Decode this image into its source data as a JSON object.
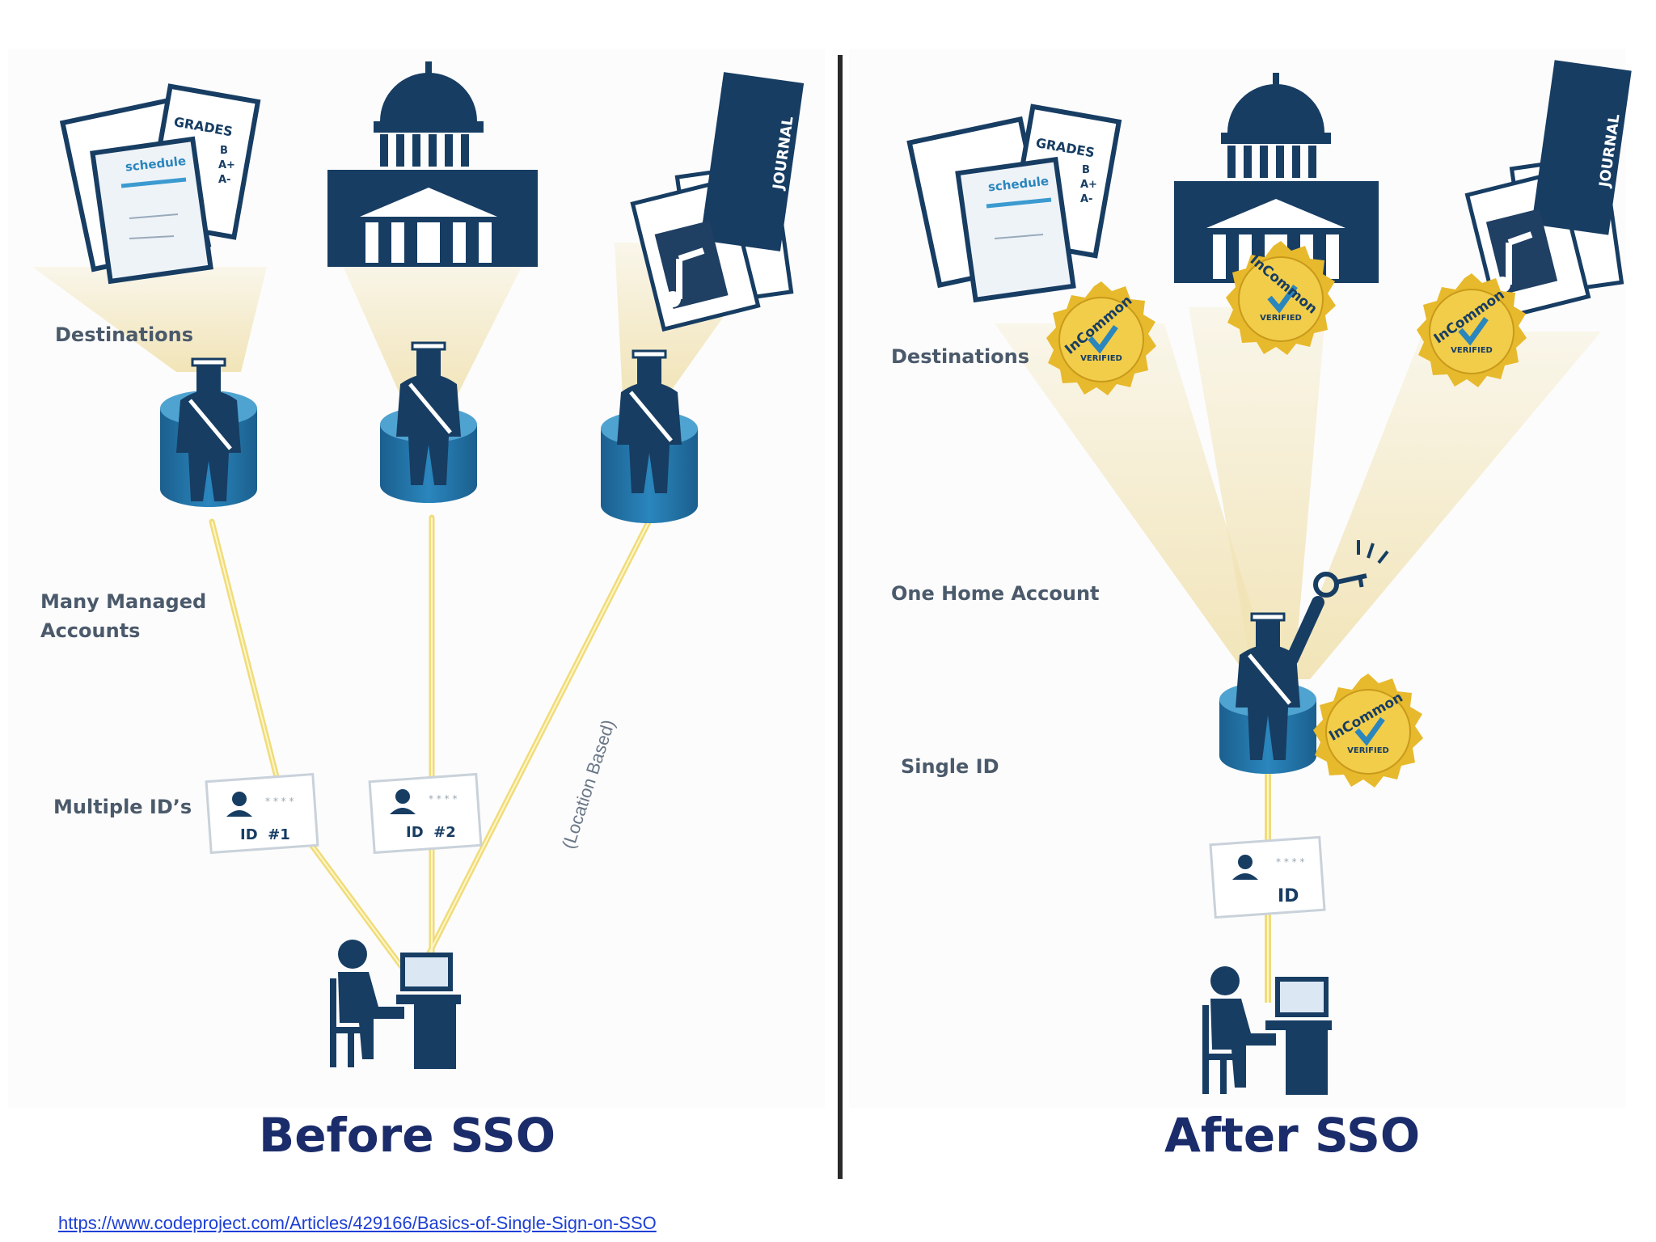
{
  "before": {
    "title": "Before SSO",
    "labels": {
      "destinations": "Destinations",
      "accounts_line1": "Many Managed",
      "accounts_line2": "Accounts",
      "ids": "Multiple ID’s",
      "location": "(Location Based)"
    },
    "id_cards": [
      "ID  #1",
      "ID  #2"
    ]
  },
  "after": {
    "title": "After SSO",
    "labels": {
      "destinations": "Destinations",
      "home": "One Home Account",
      "single": "Single ID"
    },
    "id_card": "ID"
  },
  "destination_text": {
    "grades": "GRADES",
    "grade_marks": [
      "B",
      "A+",
      "A-"
    ],
    "schedule": "schedule",
    "journal": "JOURNAL"
  },
  "seal": {
    "top": "InCommon",
    "bottom": "VERIFIED"
  },
  "source_link": "https://www.codeproject.com/Articles/429166/Basics-of-Single-Sign-on-SSO",
  "colors": {
    "navy": "#173d63",
    "blue": "#1f6fa0",
    "beam": "#f1e3b4",
    "gold": "#e7b92c",
    "title": "#1b2c6b"
  }
}
